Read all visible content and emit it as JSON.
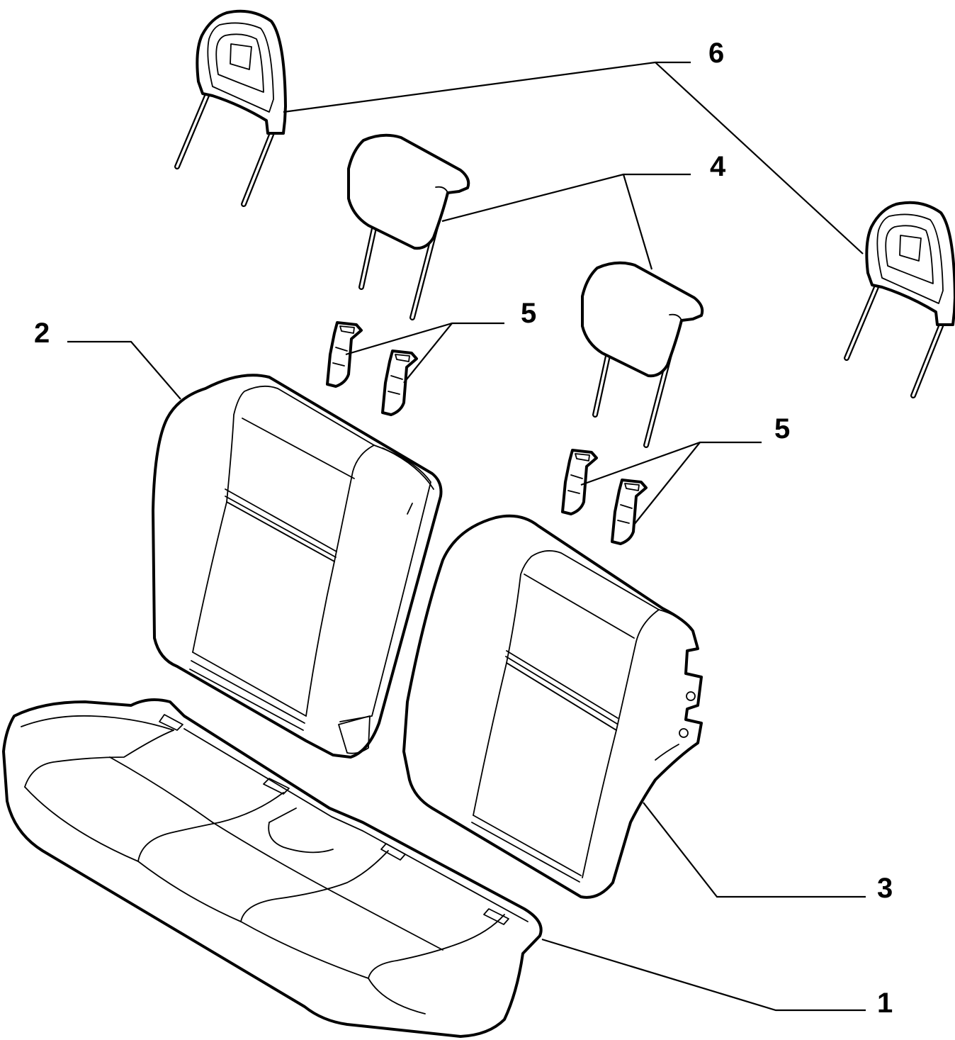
{
  "callouts": [
    {
      "id": "1",
      "label": "1",
      "part": "seat-cushion"
    },
    {
      "id": "2",
      "label": "2",
      "part": "left-backrest"
    },
    {
      "id": "3",
      "label": "3",
      "part": "right-backrest"
    },
    {
      "id": "4",
      "label": "4",
      "part": "center-headrests"
    },
    {
      "id": "5a",
      "label": "5",
      "part": "headrest-guides-left"
    },
    {
      "id": "5b",
      "label": "5",
      "part": "headrest-guides-right"
    },
    {
      "id": "6",
      "label": "6",
      "part": "outer-headrests"
    }
  ],
  "colors": {
    "line": "#000000",
    "background": "#ffffff"
  }
}
